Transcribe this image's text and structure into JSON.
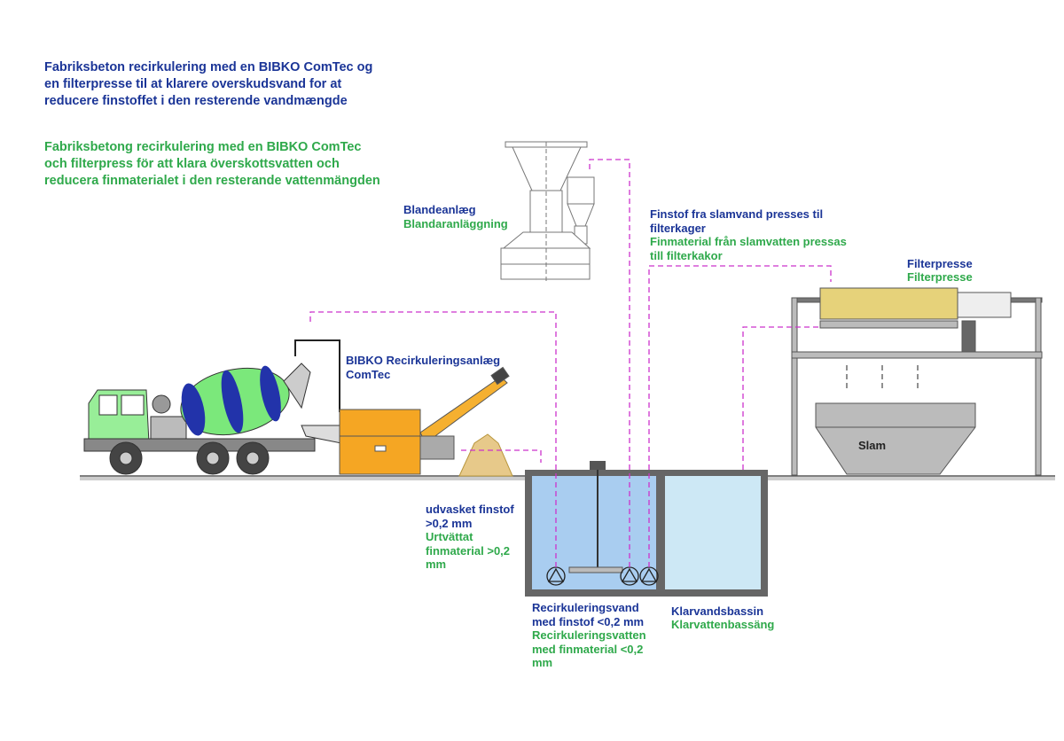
{
  "intro": {
    "danish": "Fabriksbeton recirkulering med en BIBKO ComTec og en filterpresse til at klarere overskudsvand for at reducere finstoffet i den resterende vandmængde",
    "swedish": "Fabriksbetong recirkulering med en BIBKO ComTec och filterpress för att klara överskottsvatten och reducera finmaterialet i den resterande vattenmängden"
  },
  "labels": {
    "mixing_plant": {
      "da": "Blandeanlæg",
      "sv": "Blandaranläggning"
    },
    "filter_cake": {
      "da": "Finstof fra slamvand presses til filterkager",
      "sv": "Finmaterial från slamvatten pressas till filterkakor"
    },
    "filter_press": {
      "da": "Filterpresse",
      "sv": "Filterpresse"
    },
    "comtec": {
      "da": "BIBKO Recirkuleringsanlæg ComTec"
    },
    "washed_fines": {
      "da": "udvasket finstof >0,2 mm",
      "sv": "Urtvättat finmaterial >0,2 mm"
    },
    "recirc_water": {
      "da": "Recirkuleringsvand med finstof <0,2 mm",
      "sv": "Recirkuleringsvatten med finmaterial <0,2 mm"
    },
    "clear_basin": {
      "da": "Klarvandsbassin",
      "sv": "Klarvattenbassäng"
    },
    "sludge": "Slam"
  },
  "colors": {
    "danish_text": "#1b3597",
    "swedish_text": "#2fa94b",
    "flow_lines": "#cc33cc",
    "recirc_water": "#a9cdf0",
    "clear_water": "#cde8f5",
    "comtec_body": "#f5a623",
    "truck_cab": "#98ee98",
    "drum_blue": "#2233aa"
  }
}
